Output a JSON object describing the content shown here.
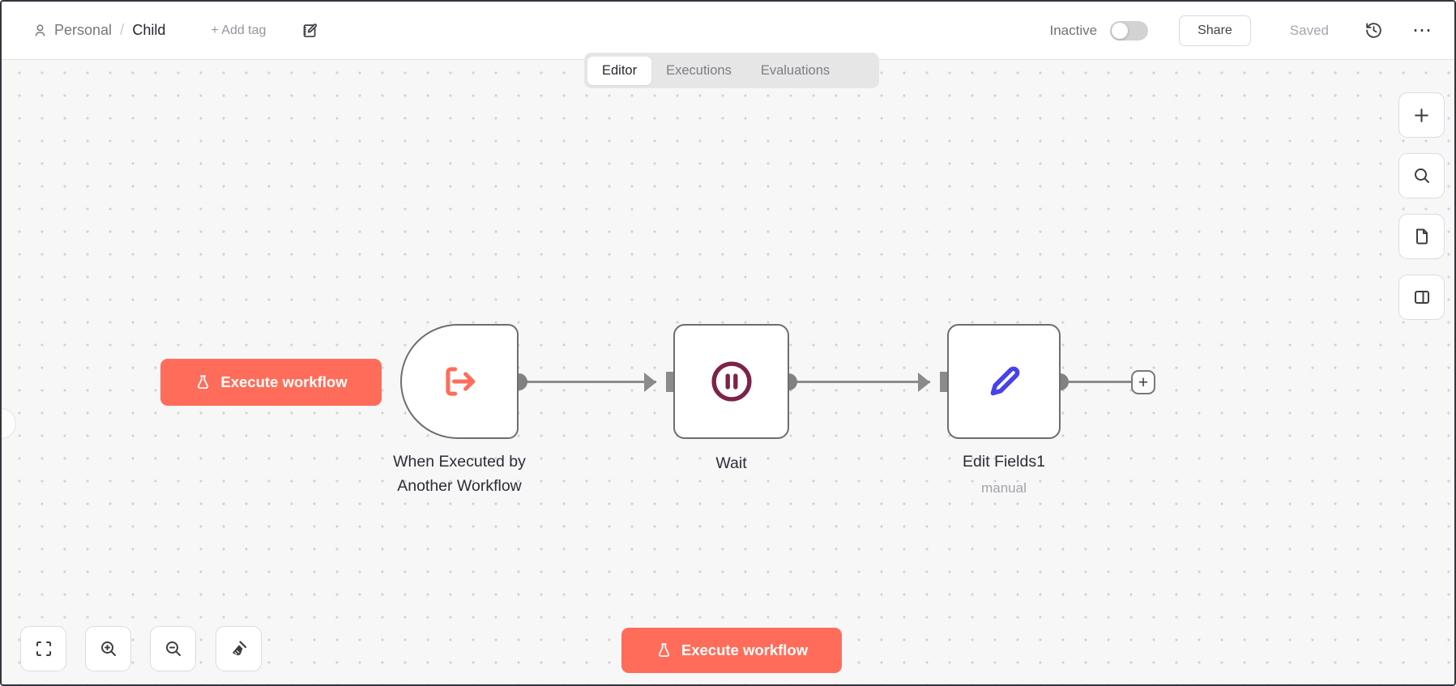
{
  "header": {
    "breadcrumb": {
      "project": "Personal",
      "separator": "/",
      "workflow": "Child"
    },
    "add_tag_label": "+ Add tag",
    "inactive_label": "Inactive",
    "share_label": "Share",
    "saved_label": "Saved",
    "more_glyph": "⋯"
  },
  "tabs": [
    {
      "label": "Editor",
      "active": true
    },
    {
      "label": "Executions",
      "active": false
    },
    {
      "label": "Evaluations",
      "active": false
    }
  ],
  "canvas": {
    "execute_button_top": "Execute workflow",
    "execute_button_bottom": "Execute workflow",
    "plus_label": "+",
    "nodes": {
      "trigger": {
        "label_line1": "When Executed by",
        "label_line2": "Another Workflow",
        "icon": "log-out-arrow-icon"
      },
      "wait": {
        "label": "Wait",
        "icon": "pause-circle-icon"
      },
      "edit": {
        "label": "Edit Fields1",
        "subtitle": "manual",
        "icon": "pen-icon"
      }
    }
  },
  "colors": {
    "accent_orange": "#ff6d5a",
    "node_border_gray": "#6e6e70",
    "connector_gray": "#8b8b8d",
    "wait_icon_maroon": "#7d2248",
    "edit_icon_blue": "#4643e8",
    "canvas_background": "#f7f7f8"
  }
}
